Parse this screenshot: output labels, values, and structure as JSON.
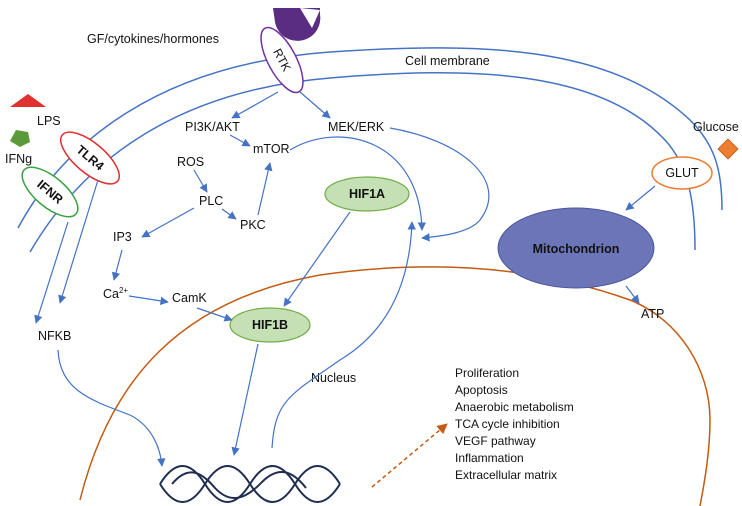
{
  "labels": {
    "gf": "GF/cytokines/hormones",
    "rtk": "RTK",
    "cell_membrane": "Cell membrane",
    "lps": "LPS",
    "ifng": "IFNg",
    "tlr4": "TLR4",
    "ifnr": "IFNR",
    "glucose": "Glucose",
    "glut": "GLUT",
    "mitochondrion": "Mitochondrion",
    "atp": "ATP",
    "pi3k": "PI3K/AKT",
    "mek": "MEK/ERK",
    "mtor": "mTOR",
    "ros": "ROS",
    "plc": "PLC",
    "pkc": "PKC",
    "ip3": "IP3",
    "ca": "Ca",
    "ca_sup": "2+",
    "camk": "CamK",
    "hif1a": "HIF1A",
    "hif1b": "HIF1B",
    "nfkb": "NFKB",
    "nucleus": "Nucleus"
  },
  "outcomes": [
    "Proliferation",
    "Apoptosis",
    "Anaerobic metabolism",
    "TCA cycle inhibition",
    "VEGF pathway",
    "Inflammation",
    "Extracellular matrix"
  ],
  "colors": {
    "membrane": "#4472c4",
    "arrow": "#4472c4",
    "nucleus": "#c55a11",
    "rtk_receptor": "#7030a0",
    "tlr4": "#e03030",
    "ifnr": "#3aa040",
    "glut": "#ed7d31",
    "lps": "#e03030",
    "ifng": "#5a9a3a",
    "glucose": "#ed7d31",
    "hif_fill": "#c5e0b4",
    "hif_stroke": "#70ad47",
    "mito_fill": "#6b75b8",
    "outcome_arrow": "#c55a11"
  }
}
